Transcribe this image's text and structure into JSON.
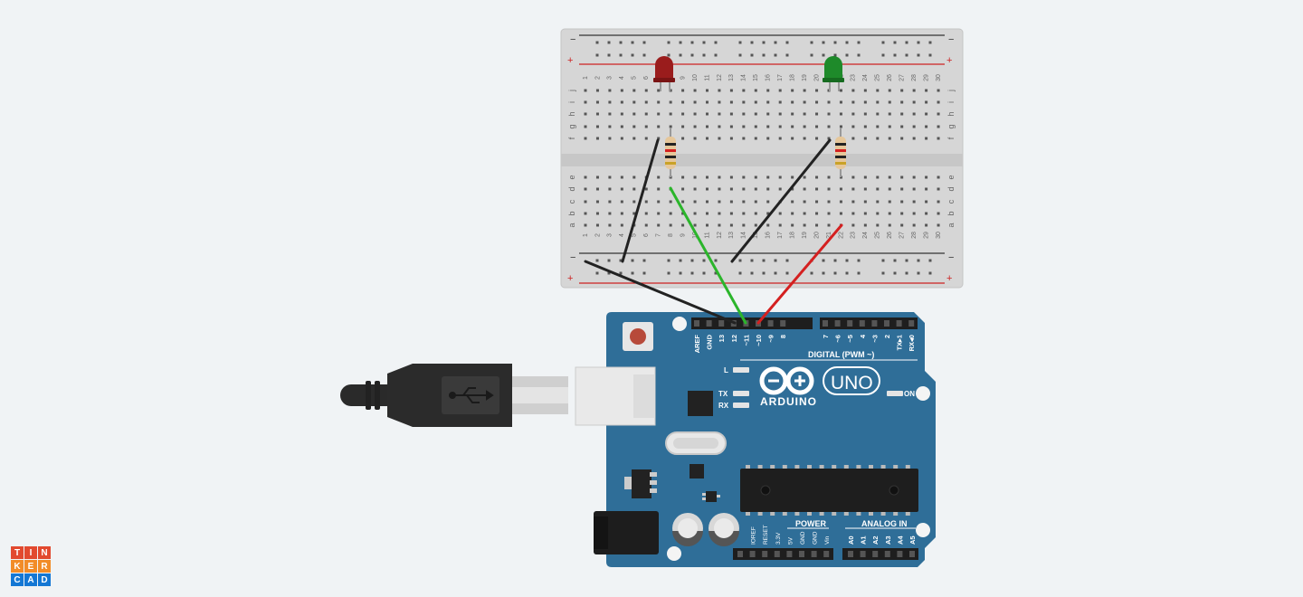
{
  "app": {
    "logo_letters": [
      "T",
      "I",
      "N",
      "K",
      "E",
      "R",
      "C",
      "A",
      "D"
    ],
    "logo_colors": [
      "#e2492f",
      "#e2492f",
      "#e2492f",
      "#f28c28",
      "#f28c28",
      "#f28c28",
      "#1477d4",
      "#1477d4",
      "#1477d4"
    ]
  },
  "breadboard": {
    "rail_minus": "−",
    "rail_plus": "+",
    "row_letters_top": [
      "j",
      "i",
      "h",
      "g",
      "f"
    ],
    "row_letters_bottom": [
      "e",
      "d",
      "c",
      "b",
      "a"
    ],
    "column_numbers": [
      "1",
      "2",
      "3",
      "4",
      "5",
      "6",
      "7",
      "8",
      "9",
      "10",
      "11",
      "12",
      "13",
      "14",
      "15",
      "16",
      "17",
      "18",
      "19",
      "20",
      "21",
      "22",
      "23",
      "24",
      "25",
      "26",
      "27",
      "28",
      "29",
      "30"
    ]
  },
  "components": {
    "led_red_color": "#9a1c1c",
    "led_green_color": "#1e8a2a",
    "wire_black": "#222222",
    "wire_green": "#2bb52b",
    "wire_red": "#d42020"
  },
  "arduino": {
    "brand": "ARDUINO",
    "model": "UNO",
    "digital_header_label": "DIGITAL (PWM ~)",
    "digital_pins_left": [
      "AREF",
      "GND",
      "13",
      "12",
      "~11",
      "~10",
      "~9",
      "8"
    ],
    "digital_pins_right": [
      "7",
      "~6",
      "~5",
      "4",
      "~3",
      "2",
      "TX▸1",
      "RX◂0"
    ],
    "led_l": "L",
    "led_tx": "TX",
    "led_rx": "RX",
    "led_on": "ON",
    "power_label": "POWER",
    "power_pins": [
      "IOREF",
      "RESET",
      "3.3V",
      "5V",
      "GND",
      "GND",
      "Vin"
    ],
    "analog_label": "ANALOG IN",
    "analog_pins": [
      "A0",
      "A1",
      "A2",
      "A3",
      "A4",
      "A5"
    ],
    "board_color": "#2f6e98"
  }
}
